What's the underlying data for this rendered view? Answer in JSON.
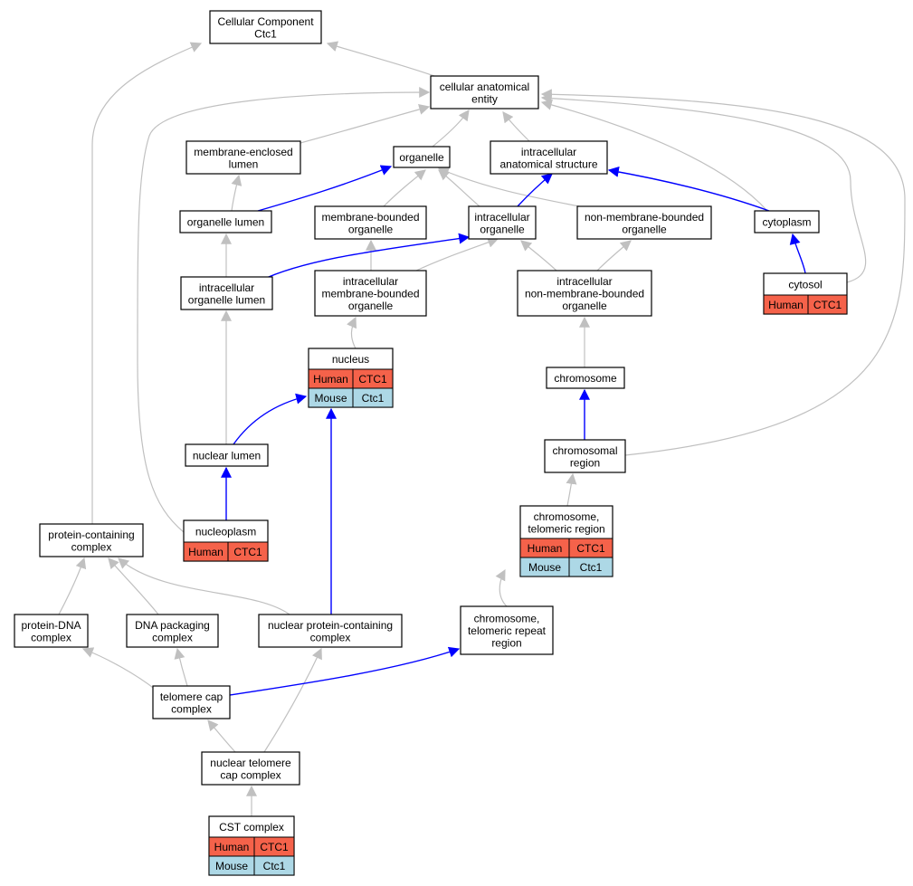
{
  "colors": {
    "human": "#f5624a",
    "mouse": "#add8e6",
    "is_a_edge": "#c0c0c0",
    "part_of_edge": "#0000ff"
  },
  "nodes": {
    "cellular_component": [
      "Cellular Component",
      "Ctc1"
    ],
    "cellular_anatomical_entity": [
      "cellular anatomical",
      "entity"
    ],
    "membrane_enclosed_lumen": [
      "membrane-enclosed",
      "lumen"
    ],
    "organelle": [
      "organelle"
    ],
    "intracellular_anatomical_structure": [
      "intracellular",
      "anatomical structure"
    ],
    "organelle_lumen": [
      "organelle lumen"
    ],
    "membrane_bounded_organelle": [
      "membrane-bounded",
      "organelle"
    ],
    "intracellular_organelle": [
      "intracellular",
      "organelle"
    ],
    "non_membrane_bounded_organelle": [
      "non-membrane-bounded",
      "organelle"
    ],
    "cytoplasm": [
      "cytoplasm"
    ],
    "intracellular_organelle_lumen": [
      "intracellular",
      "organelle lumen"
    ],
    "intracellular_membrane_bounded_organelle": [
      "intracellular",
      "membrane-bounded",
      "organelle"
    ],
    "intracellular_non_membrane_bounded_organelle": [
      "intracellular",
      "non-membrane-bounded",
      "organelle"
    ],
    "cytosol": [
      "cytosol"
    ],
    "nucleus": [
      "nucleus"
    ],
    "chromosome": [
      "chromosome"
    ],
    "nuclear_lumen": [
      "nuclear lumen"
    ],
    "chromosomal_region": [
      "chromosomal",
      "region"
    ],
    "nucleoplasm": [
      "nucleoplasm"
    ],
    "chromosome_telomeric_region": [
      "chromosome,",
      "telomeric region"
    ],
    "protein_containing_complex": [
      "protein-containing",
      "complex"
    ],
    "protein_dna_complex": [
      "protein-DNA",
      "complex"
    ],
    "dna_packaging_complex": [
      "DNA packaging",
      "complex"
    ],
    "nuclear_protein_containing_complex": [
      "nuclear protein-containing",
      "complex"
    ],
    "chromosome_telomeric_repeat_region": [
      "chromosome,",
      "telomeric repeat",
      "region"
    ],
    "telomere_cap_complex": [
      "telomere cap",
      "complex"
    ],
    "nuclear_telomere_cap_complex": [
      "nuclear telomere",
      "cap complex"
    ],
    "cst_complex": [
      "CST complex"
    ]
  },
  "annotations": {
    "cytosol": [
      [
        "Human",
        "CTC1"
      ]
    ],
    "nucleus": [
      [
        "Human",
        "CTC1"
      ],
      [
        "Mouse",
        "Ctc1"
      ]
    ],
    "nucleoplasm": [
      [
        "Human",
        "CTC1"
      ]
    ],
    "chromosome_telomeric_region": [
      [
        "Human",
        "CTC1"
      ],
      [
        "Mouse",
        "Ctc1"
      ]
    ],
    "cst_complex": [
      [
        "Human",
        "CTC1"
      ],
      [
        "Mouse",
        "Ctc1"
      ]
    ]
  }
}
